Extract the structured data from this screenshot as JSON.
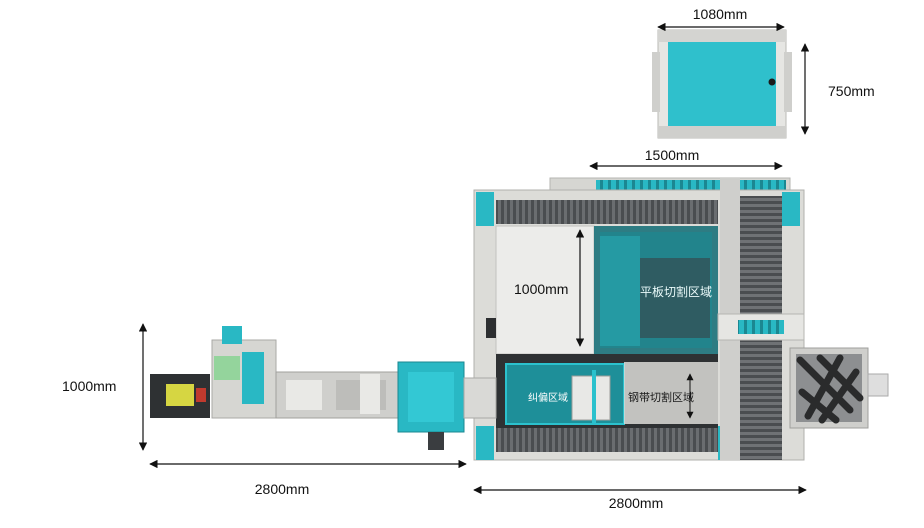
{
  "dimensions": {
    "cabinet_width": "1080mm",
    "cabinet_depth": "750mm",
    "platform_width": "1500mm",
    "platform_depth": "1000mm",
    "line_height": "1000mm",
    "feeder_length": "2800mm",
    "machine_length": "2800mm"
  },
  "zones": {
    "plate_cutting": "平板切割区域",
    "correction": "纠偏区域",
    "strip_cutting": "钢带切割区域"
  },
  "colors": {
    "teal": "#29b8c4",
    "teal_dark": "#1c8e98",
    "frame_gray": "#d9d9d6",
    "dark_gray": "#3a3d40"
  }
}
